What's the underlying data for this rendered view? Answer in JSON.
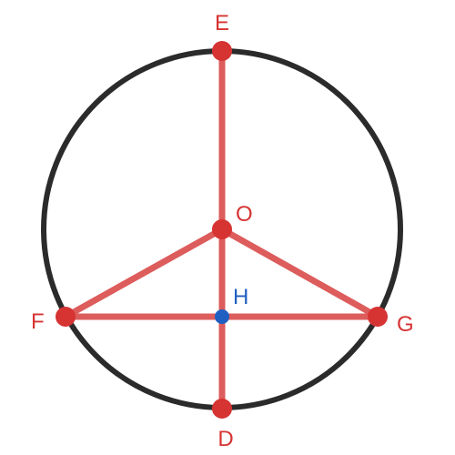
{
  "diagram": {
    "colors": {
      "circle": "#2b2b2b",
      "segment": "#dd5c5c",
      "point": "#d63333",
      "label": "#d63333",
      "foot_point": "#1f5fc2",
      "foot_label": "#1f5fc2"
    },
    "points": {
      "E": {
        "label": "E"
      },
      "O": {
        "label": "O"
      },
      "F": {
        "label": "F"
      },
      "G": {
        "label": "G"
      },
      "H": {
        "label": "H"
      },
      "D": {
        "label": "D"
      }
    },
    "segments": [
      "E-D",
      "O-F",
      "O-G",
      "F-G"
    ]
  }
}
